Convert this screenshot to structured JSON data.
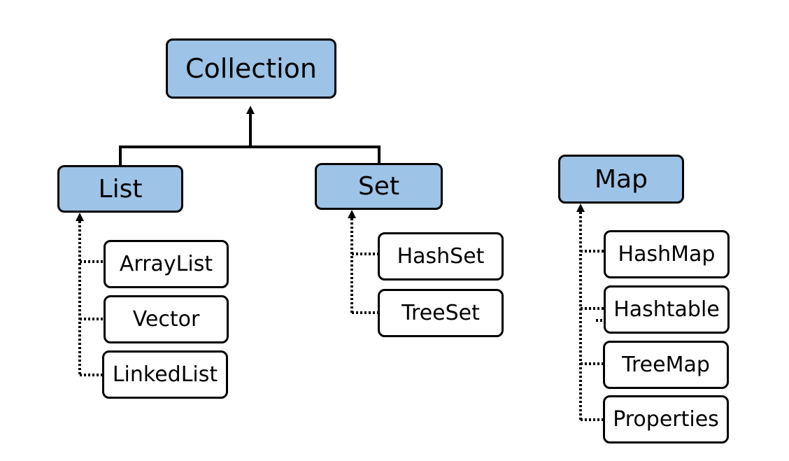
{
  "diagram": {
    "collection": "Collection",
    "list": "List",
    "set": "Set",
    "map": "Map",
    "list_impls": [
      "ArrayList",
      "Vector",
      "LinkedList"
    ],
    "set_impls": [
      "HashSet",
      "TreeSet"
    ],
    "map_impls": [
      "HashMap",
      "Hashtable",
      "TreeMap",
      "Properties"
    ]
  },
  "colors": {
    "interface_fill": "#9dc3e6",
    "impl_fill": "#ffffff",
    "stroke": "#000000"
  }
}
